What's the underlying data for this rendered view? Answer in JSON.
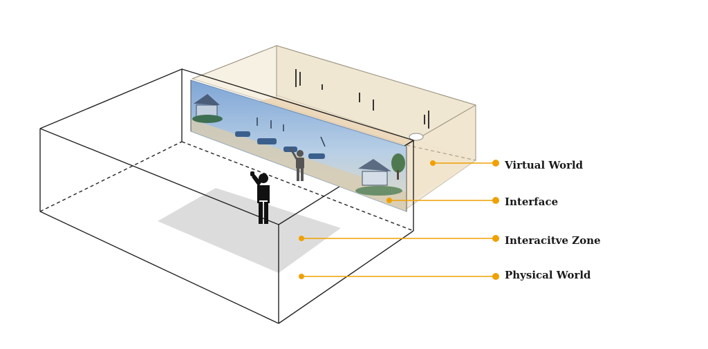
{
  "labels": {
    "virtual_world": "Virtual World",
    "interface": "Interface",
    "interactive_zone": "Interacitve Zone",
    "physical_world": "Physical World"
  },
  "colors": {
    "callout": "#f0a000",
    "virtual_box_fill": "#f3ead8",
    "floor_fill": "#dcdcdc",
    "screen_sky": "#8fb3d9",
    "outline": "#222222"
  }
}
